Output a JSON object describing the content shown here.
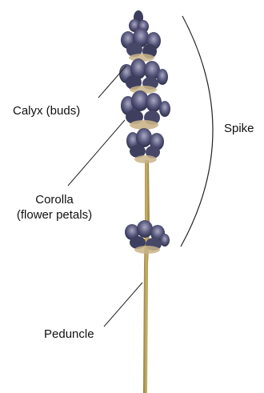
{
  "diagram": {
    "labels": {
      "calyx": "Calyx (buds)",
      "corolla_line1": "Corolla",
      "corolla_line2": "(flower petals)",
      "spike": "Spike",
      "peduncle": "Peduncle"
    },
    "colors": {
      "background": "#ffffff",
      "text": "#111111",
      "leader_line": "#222222",
      "stem": "#b9a25c",
      "bud_dark": "#2b2d48",
      "bud_mid": "#5a5a80",
      "bud_light": "#a9a9c2",
      "calyx_tan": "#c9b488"
    },
    "icons": [
      "lavender-sprig-illustration"
    ]
  }
}
